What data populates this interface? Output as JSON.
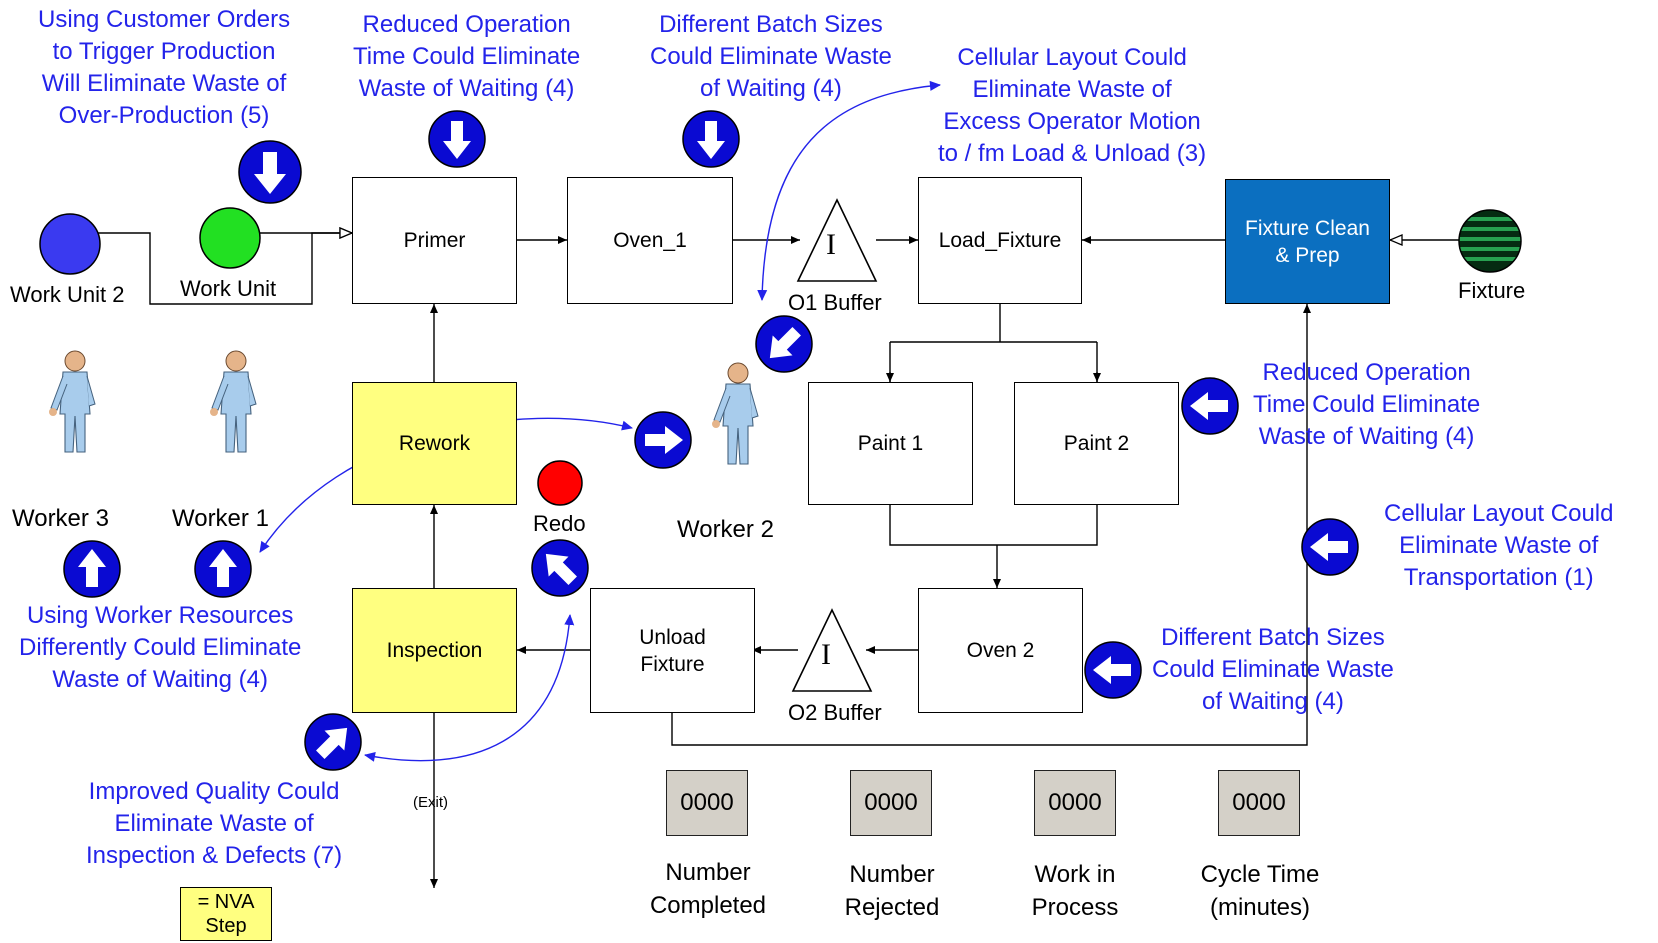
{
  "annotations": {
    "customer_orders": "Using Customer Orders\nto Trigger Production\nWill Eliminate Waste of\nOver-Production (5)",
    "reduced_op_primer": "Reduced Operation\nTime Could Eliminate\nWaste of Waiting (4)",
    "batch_sizes_top": "Different Batch Sizes\nCould Eliminate Waste\nof Waiting (4)",
    "cellular_operator": "Cellular Layout Could\nEliminate Waste of\nExcess Operator Motion\nto / fm Load & Unload (3)",
    "reduced_op_paint": "Reduced Operation\nTime Could Eliminate\nWaste of Waiting (4)",
    "cellular_transport": "Cellular Layout Could\nEliminate Waste of\nTransportation (1)",
    "batch_sizes_bottom": "Different Batch Sizes\nCould Eliminate Waste\nof Waiting (4)",
    "worker_resources": "Using Worker Resources\nDifferently Could Eliminate\nWaste of Waiting (4)",
    "improved_quality": "Improved Quality Could\nEliminate Waste of\nInspection & Defects (7)"
  },
  "process_boxes": {
    "primer": "Primer",
    "oven_1": "Oven_1",
    "load_fixture": "Load_Fixture",
    "fixture_clean": "Fixture Clean\n& Prep",
    "paint_1": "Paint 1",
    "paint_2": "Paint 2",
    "oven_2": "Oven 2",
    "unload_fixture": "Unload\nFixture",
    "inspection": "Inspection",
    "rework": "Rework"
  },
  "labels": {
    "work_unit_2": "Work Unit 2",
    "work_unit": "Work Unit",
    "fixture": "Fixture",
    "o1_buffer": "O1 Buffer",
    "o2_buffer": "O2 Buffer",
    "redo": "Redo",
    "exit": "(Exit)",
    "worker_3": "Worker 3",
    "worker_1": "Worker 1",
    "worker_2": "Worker 2",
    "buffer_symbol": "I"
  },
  "legend": {
    "nva": "= NVA\nStep"
  },
  "counters": [
    {
      "value": "0000",
      "label": "Number\nCompleted"
    },
    {
      "value": "0000",
      "label": "Number\nRejected"
    },
    {
      "value": "0000",
      "label": "Work in\nProcess"
    },
    {
      "value": "0000",
      "label": "Cycle Time\n(minutes)"
    }
  ],
  "colors": {
    "annotation_text": "#2323ea",
    "arrow_icon": "#0a0ad2",
    "nva_fill": "#ffff80",
    "fixture_clean_fill": "#0b6fc0",
    "work_unit_2": "#3a3af0",
    "work_unit": "#22e022",
    "redo": "#ff0000",
    "counter_fill": "#d4d0c8"
  }
}
